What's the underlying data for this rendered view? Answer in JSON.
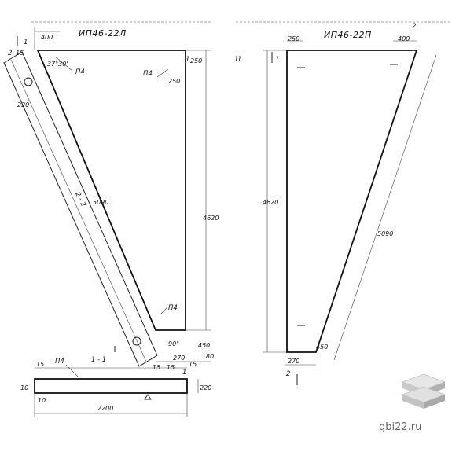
{
  "left_panel": {
    "title": "ИП46-22Л",
    "dims": {
      "top_width": "400",
      "top_right": "250",
      "right_offset": "250",
      "height": "4620",
      "diagonal": "5090",
      "bottom_offset": "450",
      "bottom_small": "80",
      "bottom_width": "270",
      "bar_width": "220",
      "bar_end": "15",
      "bar_end_2": "15",
      "bar_small": "15",
      "angle": "90°",
      "corner_angle": "37°30'"
    },
    "labels": {
      "p4_a": "П4",
      "p4_b": "П4",
      "p4_c": "П4",
      "p4_d": "П4",
      "section_1": "1",
      "section_1b": "1",
      "section_2": "2",
      "section_22": "2 - 2",
      "section_11": "1 - 1",
      "section_1_mark": "1",
      "one": "1"
    }
  },
  "right_panel": {
    "title": "ИП46-22П",
    "dims": {
      "top_left": "250",
      "top_width": "400",
      "height": "4620",
      "diagonal": "5090",
      "bottom_offset": "450",
      "bottom_width": "270"
    },
    "labels": {
      "section_1a": "1",
      "section_1b": "1",
      "section_2a": "2",
      "section_2b": "2"
    }
  },
  "section_view": {
    "dims": {
      "length": "2200",
      "height": "220",
      "left_height": "10",
      "left_end": "10",
      "left_top": "15",
      "right_top": "15"
    },
    "labels": {
      "p4": "П4",
      "section": "1 - 1"
    }
  },
  "watermark": {
    "site": "gbi22.ru"
  }
}
